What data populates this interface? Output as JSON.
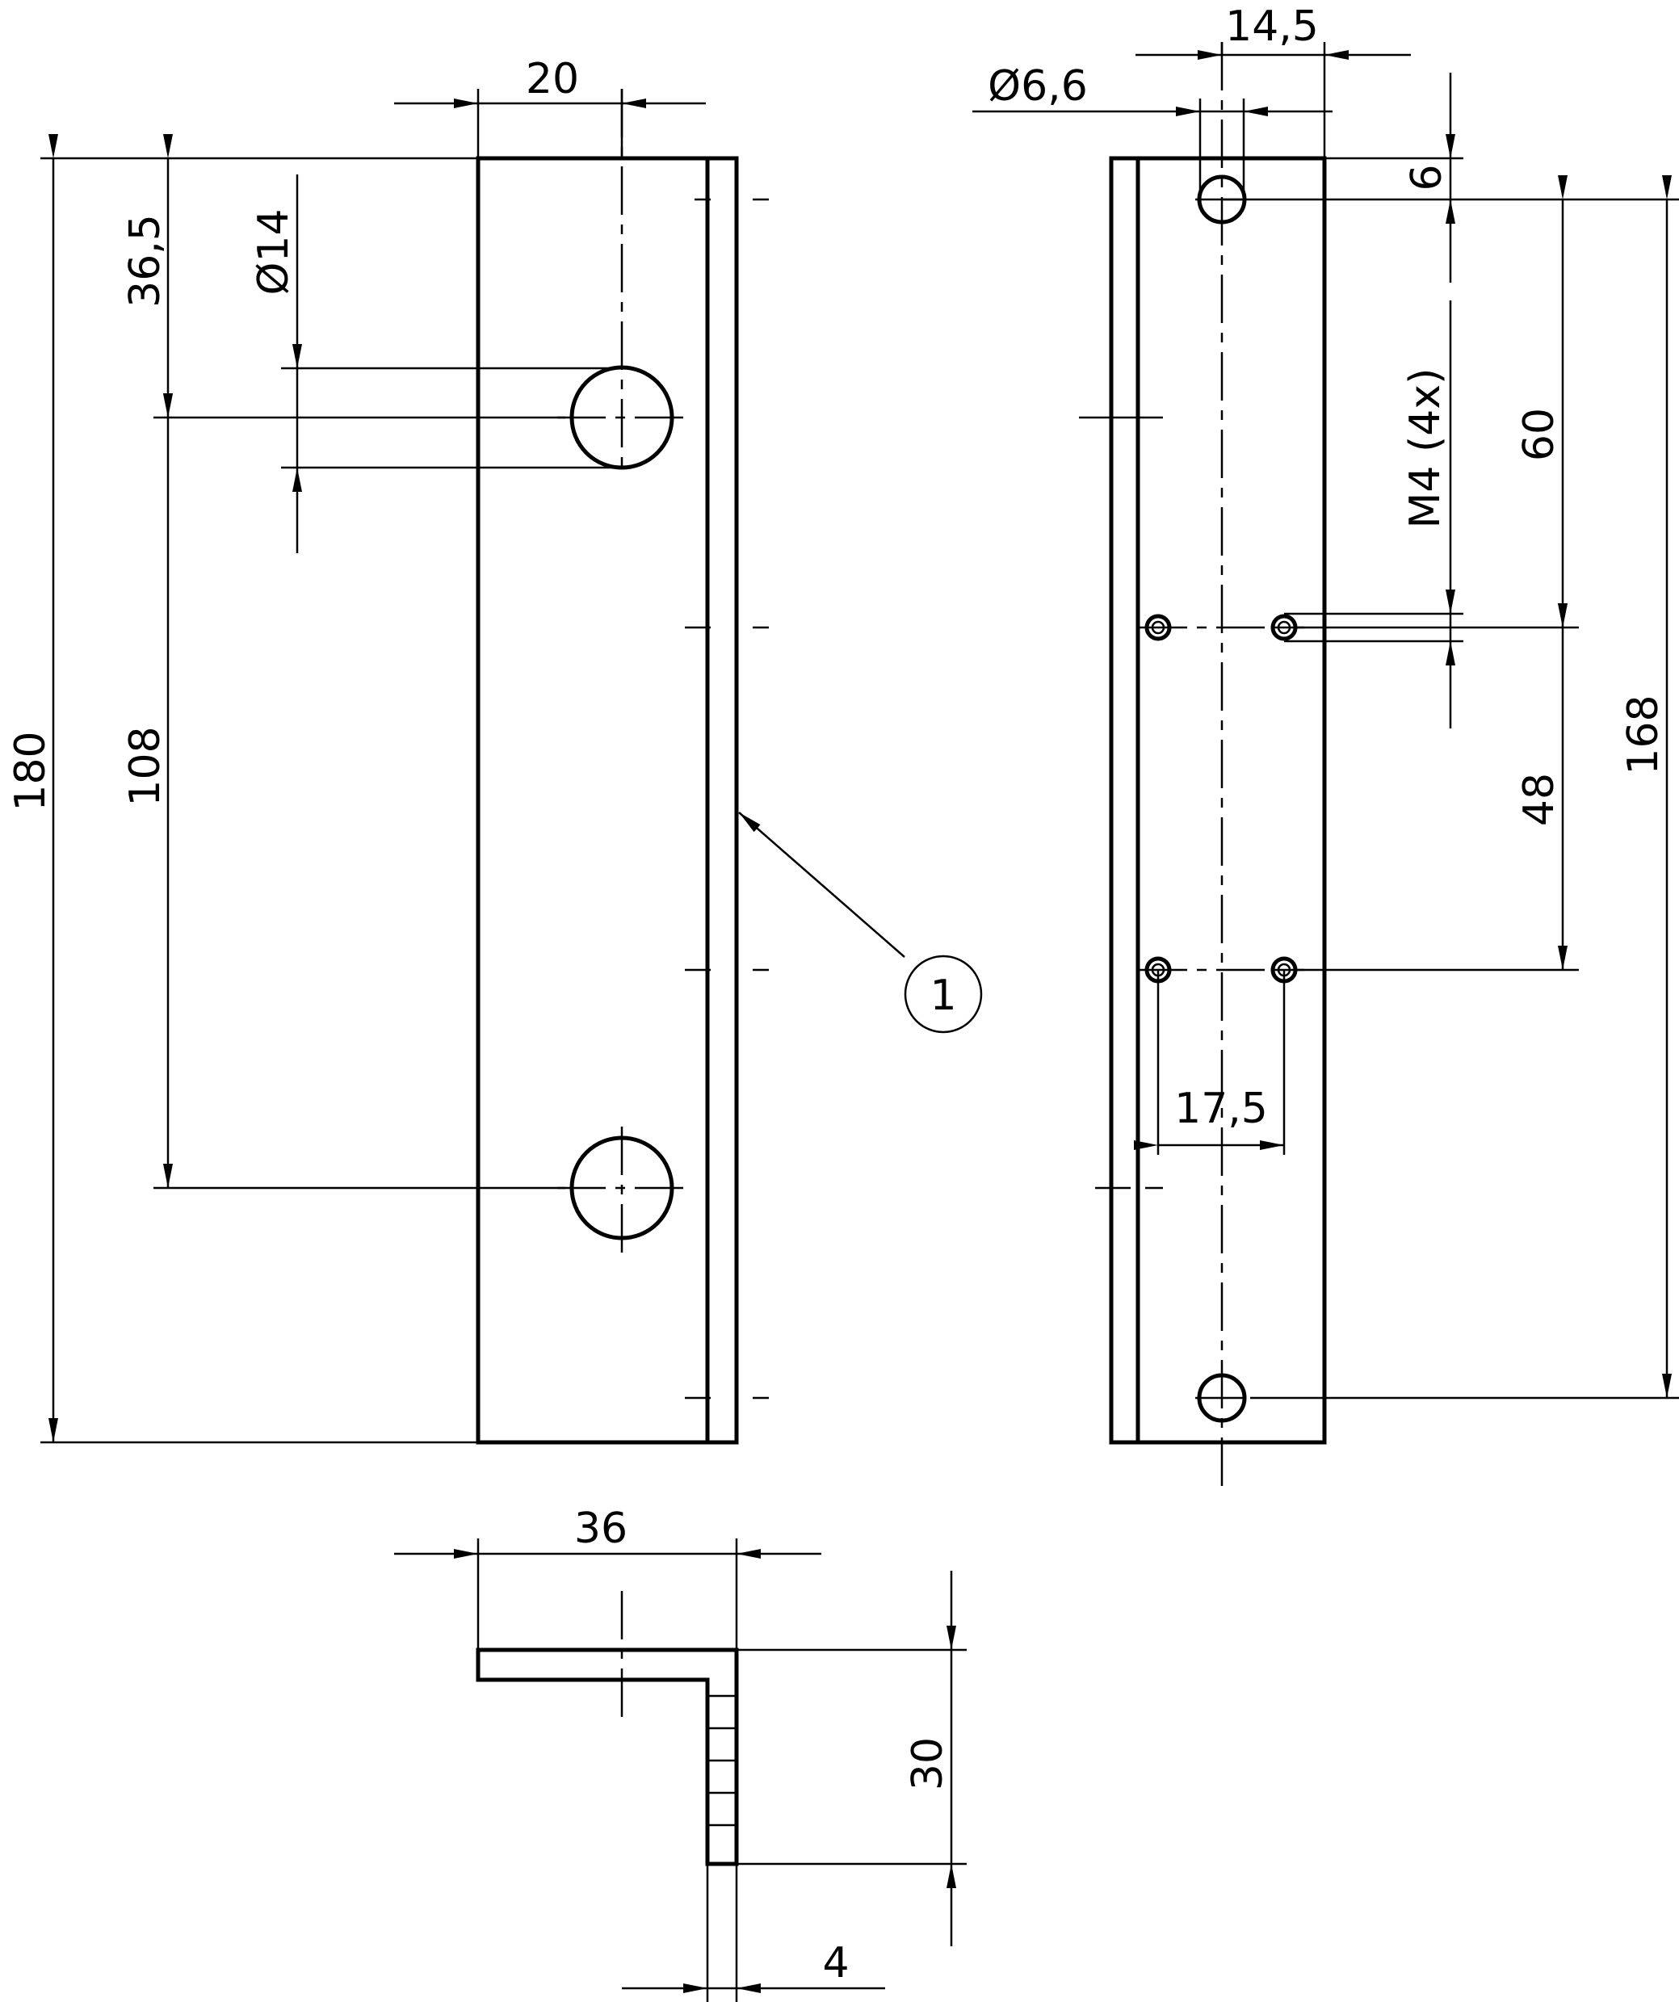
{
  "dimensions": {
    "front_width": "20",
    "front_height": "180",
    "front_top_hole_offset": "36,5",
    "front_hole_diameter": "Ø14",
    "front_hole_spacing": "108",
    "side_width": "14,5",
    "side_hole_diameter": "Ø6,6",
    "side_top_offset": "6",
    "side_thread": "M4 (4x)",
    "side_spacing_60": "60",
    "side_spacing_48": "48",
    "side_total": "168",
    "side_thread_spacing": "17,5",
    "section_width": "36",
    "section_height": "30",
    "section_thickness": "4"
  },
  "callout": {
    "number": "1"
  },
  "colors": {
    "line": "#000000",
    "background": "#ffffff"
  }
}
